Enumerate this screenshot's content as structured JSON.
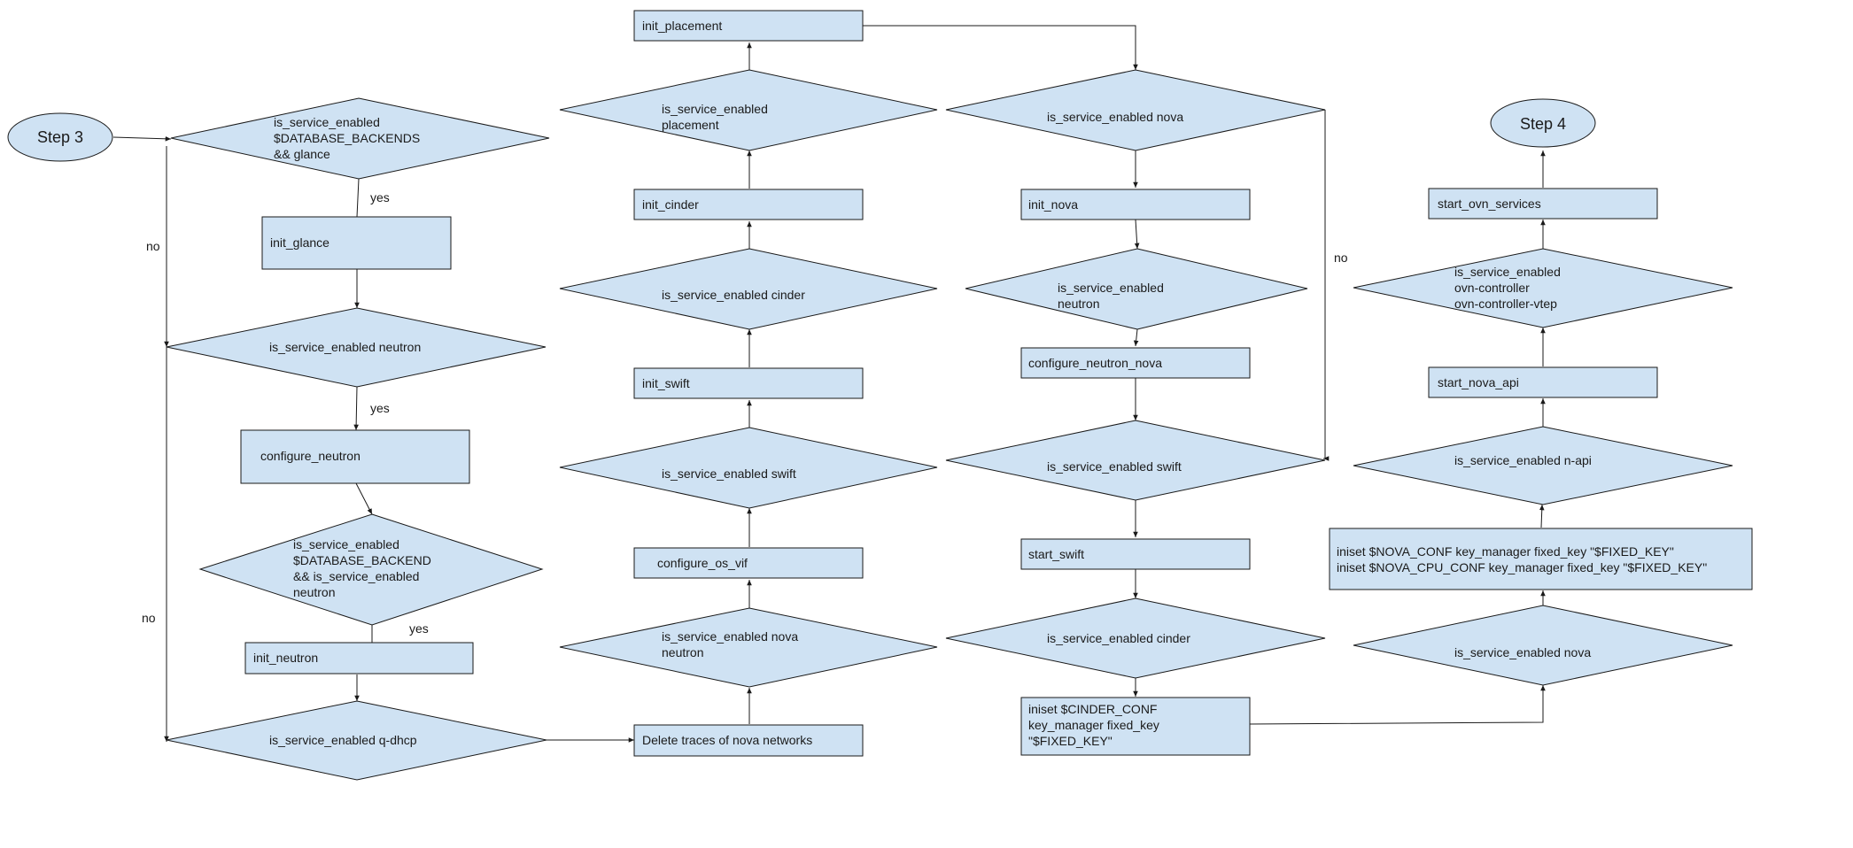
{
  "nodes": {
    "step3": "Step 3",
    "step4": "Step 4",
    "d_glance": [
      "is_service_enabled",
      "$DATABASE_BACKENDS",
      "&& glance"
    ],
    "init_glance": "init_glance",
    "d_neutron": "is_service_enabled neutron",
    "configure_neutron": "configure_neutron",
    "d_db_neutron": [
      "is_service_enabled",
      "$DATABASE_BACKEND",
      "&& is_service_enabled",
      "neutron"
    ],
    "init_neutron": "init_neutron",
    "d_qdhcp": "is_service_enabled q-dhcp",
    "delete_traces": "Delete traces of nova networks",
    "d_nova_neutron": [
      "is_service_enabled nova",
      "neutron"
    ],
    "configure_os_vif": "configure_os_vif",
    "d_swift_1": "is_service_enabled swift",
    "init_swift": "init_swift",
    "d_cinder_1": "is_service_enabled cinder",
    "init_cinder": "init_cinder",
    "d_placement": [
      "is_service_enabled",
      "placement"
    ],
    "init_placement": "init_placement",
    "d_nova_1": "is_service_enabled nova",
    "init_nova": "init_nova",
    "d_neutron_2": [
      "is_service_enabled",
      "neutron"
    ],
    "configure_neutron_nova": "configure_neutron_nova",
    "d_swift_2": "is_service_enabled swift",
    "start_swift": "start_swift",
    "d_cinder_2": "is_service_enabled cinder",
    "iniset_cinder": [
      "iniset $CINDER_CONF",
      "key_manager fixed_key",
      "\"$FIXED_KEY\""
    ],
    "d_nova_2": "is_service_enabled nova",
    "iniset_nova": [
      "iniset $NOVA_CONF key_manager fixed_key \"$FIXED_KEY\"",
      "iniset $NOVA_CPU_CONF key_manager fixed_key \"$FIXED_KEY\""
    ],
    "d_napi": "is_service_enabled n-api",
    "start_nova_api": "start_nova_api",
    "d_ovn": [
      "is_service_enabled",
      "ovn-controller",
      "ovn-controller-vtep"
    ],
    "start_ovn_services": "start_ovn_services"
  },
  "edge_labels": {
    "yes_glance": "yes",
    "no_glance": "no",
    "yes_neutron": "yes",
    "no_neutron": "no",
    "yes_db_neutron": "yes",
    "no_nova": "no"
  },
  "colors": {
    "fill": "#cfe2f3",
    "stroke": "#1a1a1a"
  }
}
